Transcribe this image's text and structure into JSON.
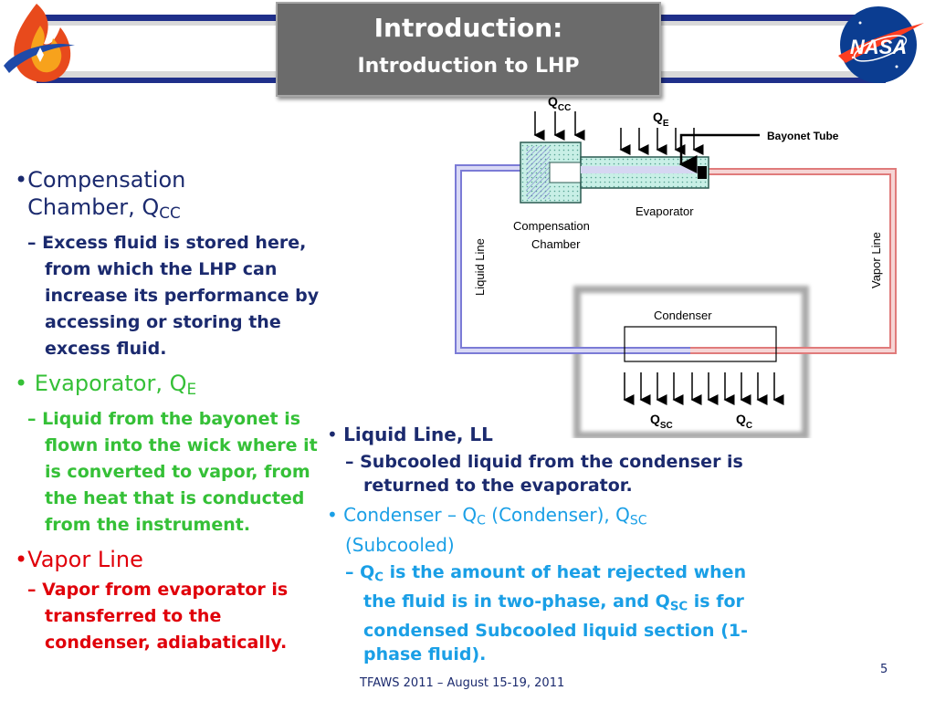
{
  "header": {
    "title": "Introduction:",
    "subtitle": "Introduction to LHP",
    "left_logo_icon": "tfaws-flame-logo-icon",
    "right_logo_icon": "nasa-meatball-logo-icon",
    "right_logo_text": "NASA"
  },
  "left_column": {
    "compensation": {
      "bullet_label": "Compensation Chamber, Q",
      "bullet_sub": "CC",
      "detail": "Excess fluid is stored here, from which the LHP can increase its performance by accessing or storing the excess fluid."
    },
    "evaporator": {
      "bullet_label": "Evaporator, Q",
      "bullet_sub": "E",
      "detail": "Liquid from the bayonet is flown into the wick where it is converted to vapor, from the heat that is conducted from the instrument."
    },
    "vapor_line": {
      "bullet_label": "Vapor Line",
      "detail": "Vapor from evaporator is transferred to the condenser, adiabatically."
    }
  },
  "right_column": {
    "liquid_line": {
      "bullet_label": "Liquid Line, LL",
      "detail": "Subcooled liquid from the condenser is returned to the evaporator."
    },
    "condenser": {
      "label_a": "Condenser – Q",
      "sub_c": "C",
      "label_b": " (Condenser), Q",
      "sub_sc": "SC",
      "label_c": "(Subcooled)",
      "detail_a": "Q",
      "detail_sub_c": "C",
      "detail_b": " is the amount of heat rejected when the fluid is in two-phase, and Q",
      "detail_sub_sc": "SC",
      "detail_c": " is for condensed Subcooled liquid section (1-phase fluid)."
    }
  },
  "diagram": {
    "q_cc": "Q",
    "q_cc_sub": "CC",
    "q_e": "Q",
    "q_e_sub": "E",
    "bayonet_tube": "Bayonet Tube",
    "evaporator": "Evaporator",
    "compensation_chamber_1": "Compensation",
    "compensation_chamber_2": "Chamber",
    "liquid_line": "Liquid Line",
    "vapor_line": "Vapor Line",
    "condenser": "Condenser",
    "q_sc": "Q",
    "q_sc_sub": "SC",
    "q_c": "Q",
    "q_c_sub": "C"
  },
  "footer": {
    "event": "TFAWS 2011 – August 15-19, 2011",
    "page_number": "5"
  },
  "colors": {
    "navy": "#1b2a6e",
    "green": "#35c037",
    "red": "#e0000a",
    "blue": "#1a9fe6",
    "header_bar": "#1f2f8a",
    "title_box": "#6b6b6b"
  }
}
